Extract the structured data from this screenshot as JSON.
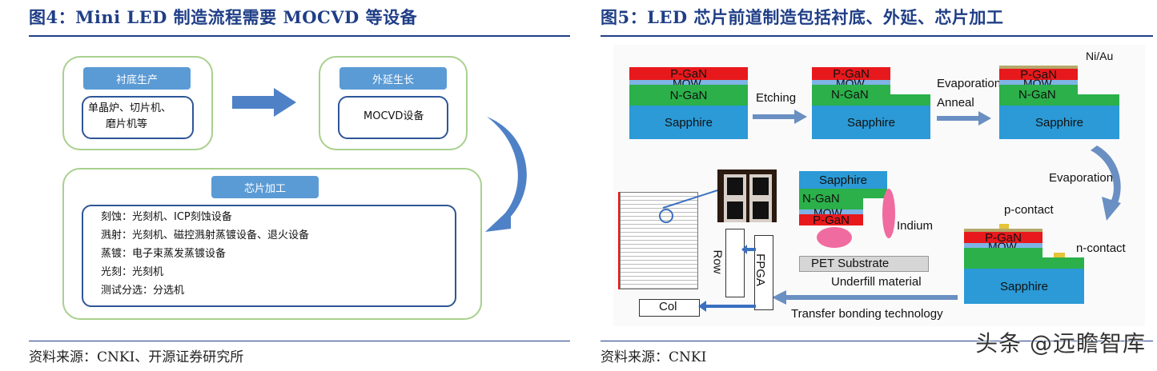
{
  "left": {
    "title": "图4：Mini LED 制造流程需要 MOCVD 等设备",
    "substrate": {
      "header": "衬底生产",
      "body_line1": "单晶炉、切片机、",
      "body_line2": "磨片机等"
    },
    "epitaxy": {
      "header": "外延生长",
      "body": "MOCVD设备"
    },
    "chip": {
      "header": "芯片加工",
      "lines": [
        "刻蚀：光刻机、ICP刻蚀设备",
        "溅射：光刻机、磁控溅射蒸镀设备、退火设备",
        "蒸镀：电子束蒸发蒸镀设备",
        "光刻：光刻机",
        "测试分选：分选机"
      ]
    },
    "source": "资料来源：CNKI、开源证券研究所"
  },
  "right": {
    "title": "图5：LED 芯片前道制造包括衬底、外延、芯片加工",
    "layers": {
      "pgan": "P-GaN",
      "mqw": "MQW",
      "ngan": "N-GaN",
      "sapphire": "Sapphire"
    },
    "labels": {
      "etching": "Etching",
      "evaporation": "Evaporation",
      "anneal": "Anneal",
      "niau": "Ni/Au",
      "evaporation2": "Evaporation",
      "pcontact": "p-contact",
      "ncontact": "n-contact",
      "indium": "Indium",
      "pet": "PET Substrate",
      "underfill": "Underfill material",
      "transfer": "Transfer bonding technology",
      "row": "Row",
      "fpga": "FPGA",
      "col": "Col"
    },
    "source": "资料来源：CNKI",
    "watermark": "头条 @远瞻智库"
  },
  "colors": {
    "title_blue": "#1f3e86",
    "green_border": "#a9d08e",
    "pill_blue": "#5b9bd5",
    "pgan_red": "#e8191c",
    "mqw_blue": "#7fb3e6",
    "ngan_green": "#2bb04a",
    "sapphire_blue": "#2b9ad6",
    "contact_yellow": "#e5c43a",
    "indium_pink": "#f06ba0"
  }
}
